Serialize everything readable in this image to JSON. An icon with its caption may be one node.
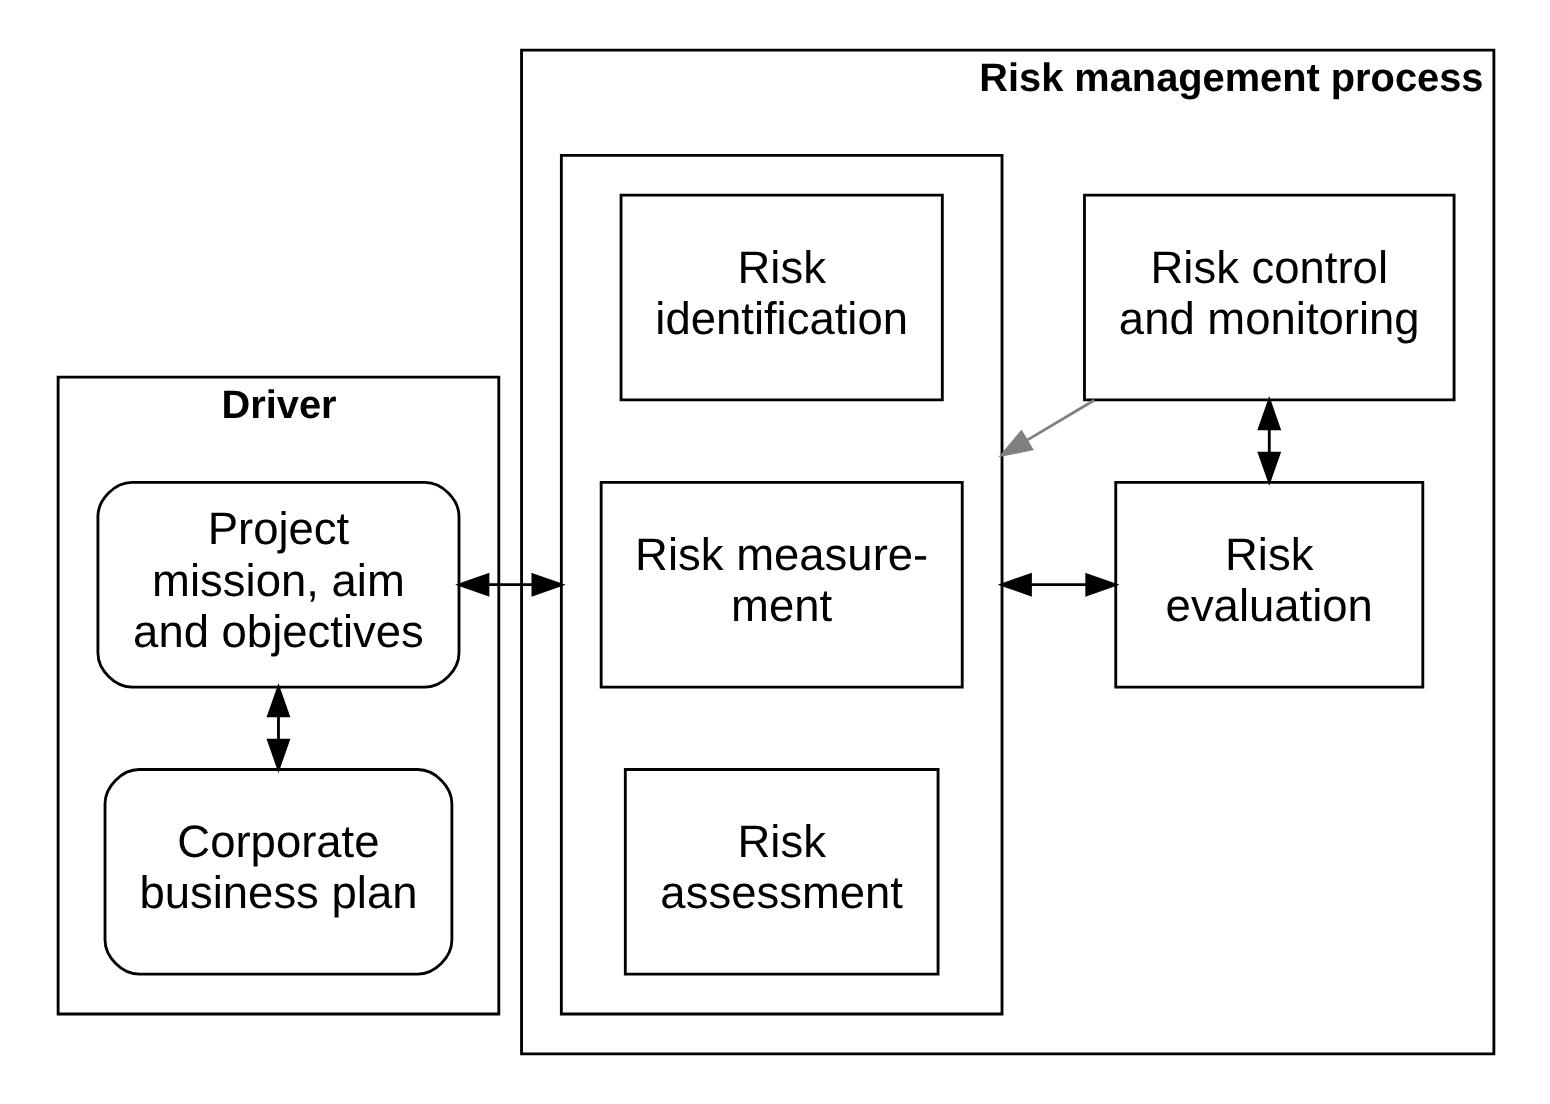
{
  "diagram": {
    "nodes": [
      {
        "text": [
          "Driver"
        ]
      },
      {
        "text": [
          "Corporate business plan"
        ],
        "in": 0
      },
      {
        "text": [
          "Project mission, aim and objectives"
        ],
        "in": 0
      },
      {
        "text": [
          "Risk management process"
        ]
      },
      {
        "text": [],
        "shape": "box",
        "in": 3
      },
      {
        "text": [
          "Risk identification"
        ],
        "in": 4
      },
      {
        "text": [
          "Risk measure- ment"
        ],
        "in": 4
      },
      {
        "text": [
          "Risk assessment"
        ],
        "in": 4
      },
      {
        "text": [
          "Risk evaluation"
        ],
        "in": 3
      },
      {
        "text": [
          "Risk control and monitoring"
        ],
        "in": 3
      }
    ],
    "edges": [
      {
        "from": 1,
        "to": 2,
        "arrow": "both"
      },
      {
        "from": 2,
        "to": 4,
        "arrow": "both"
      },
      {
        "from": 4,
        "to": 8,
        "arrow": "both"
      },
      {
        "from": 8,
        "to": 9,
        "arrow": "both"
      },
      {
        "from": 9,
        "to": 4,
        "arrow": "to",
        "color": "#808080"
      }
    ]
  }
}
